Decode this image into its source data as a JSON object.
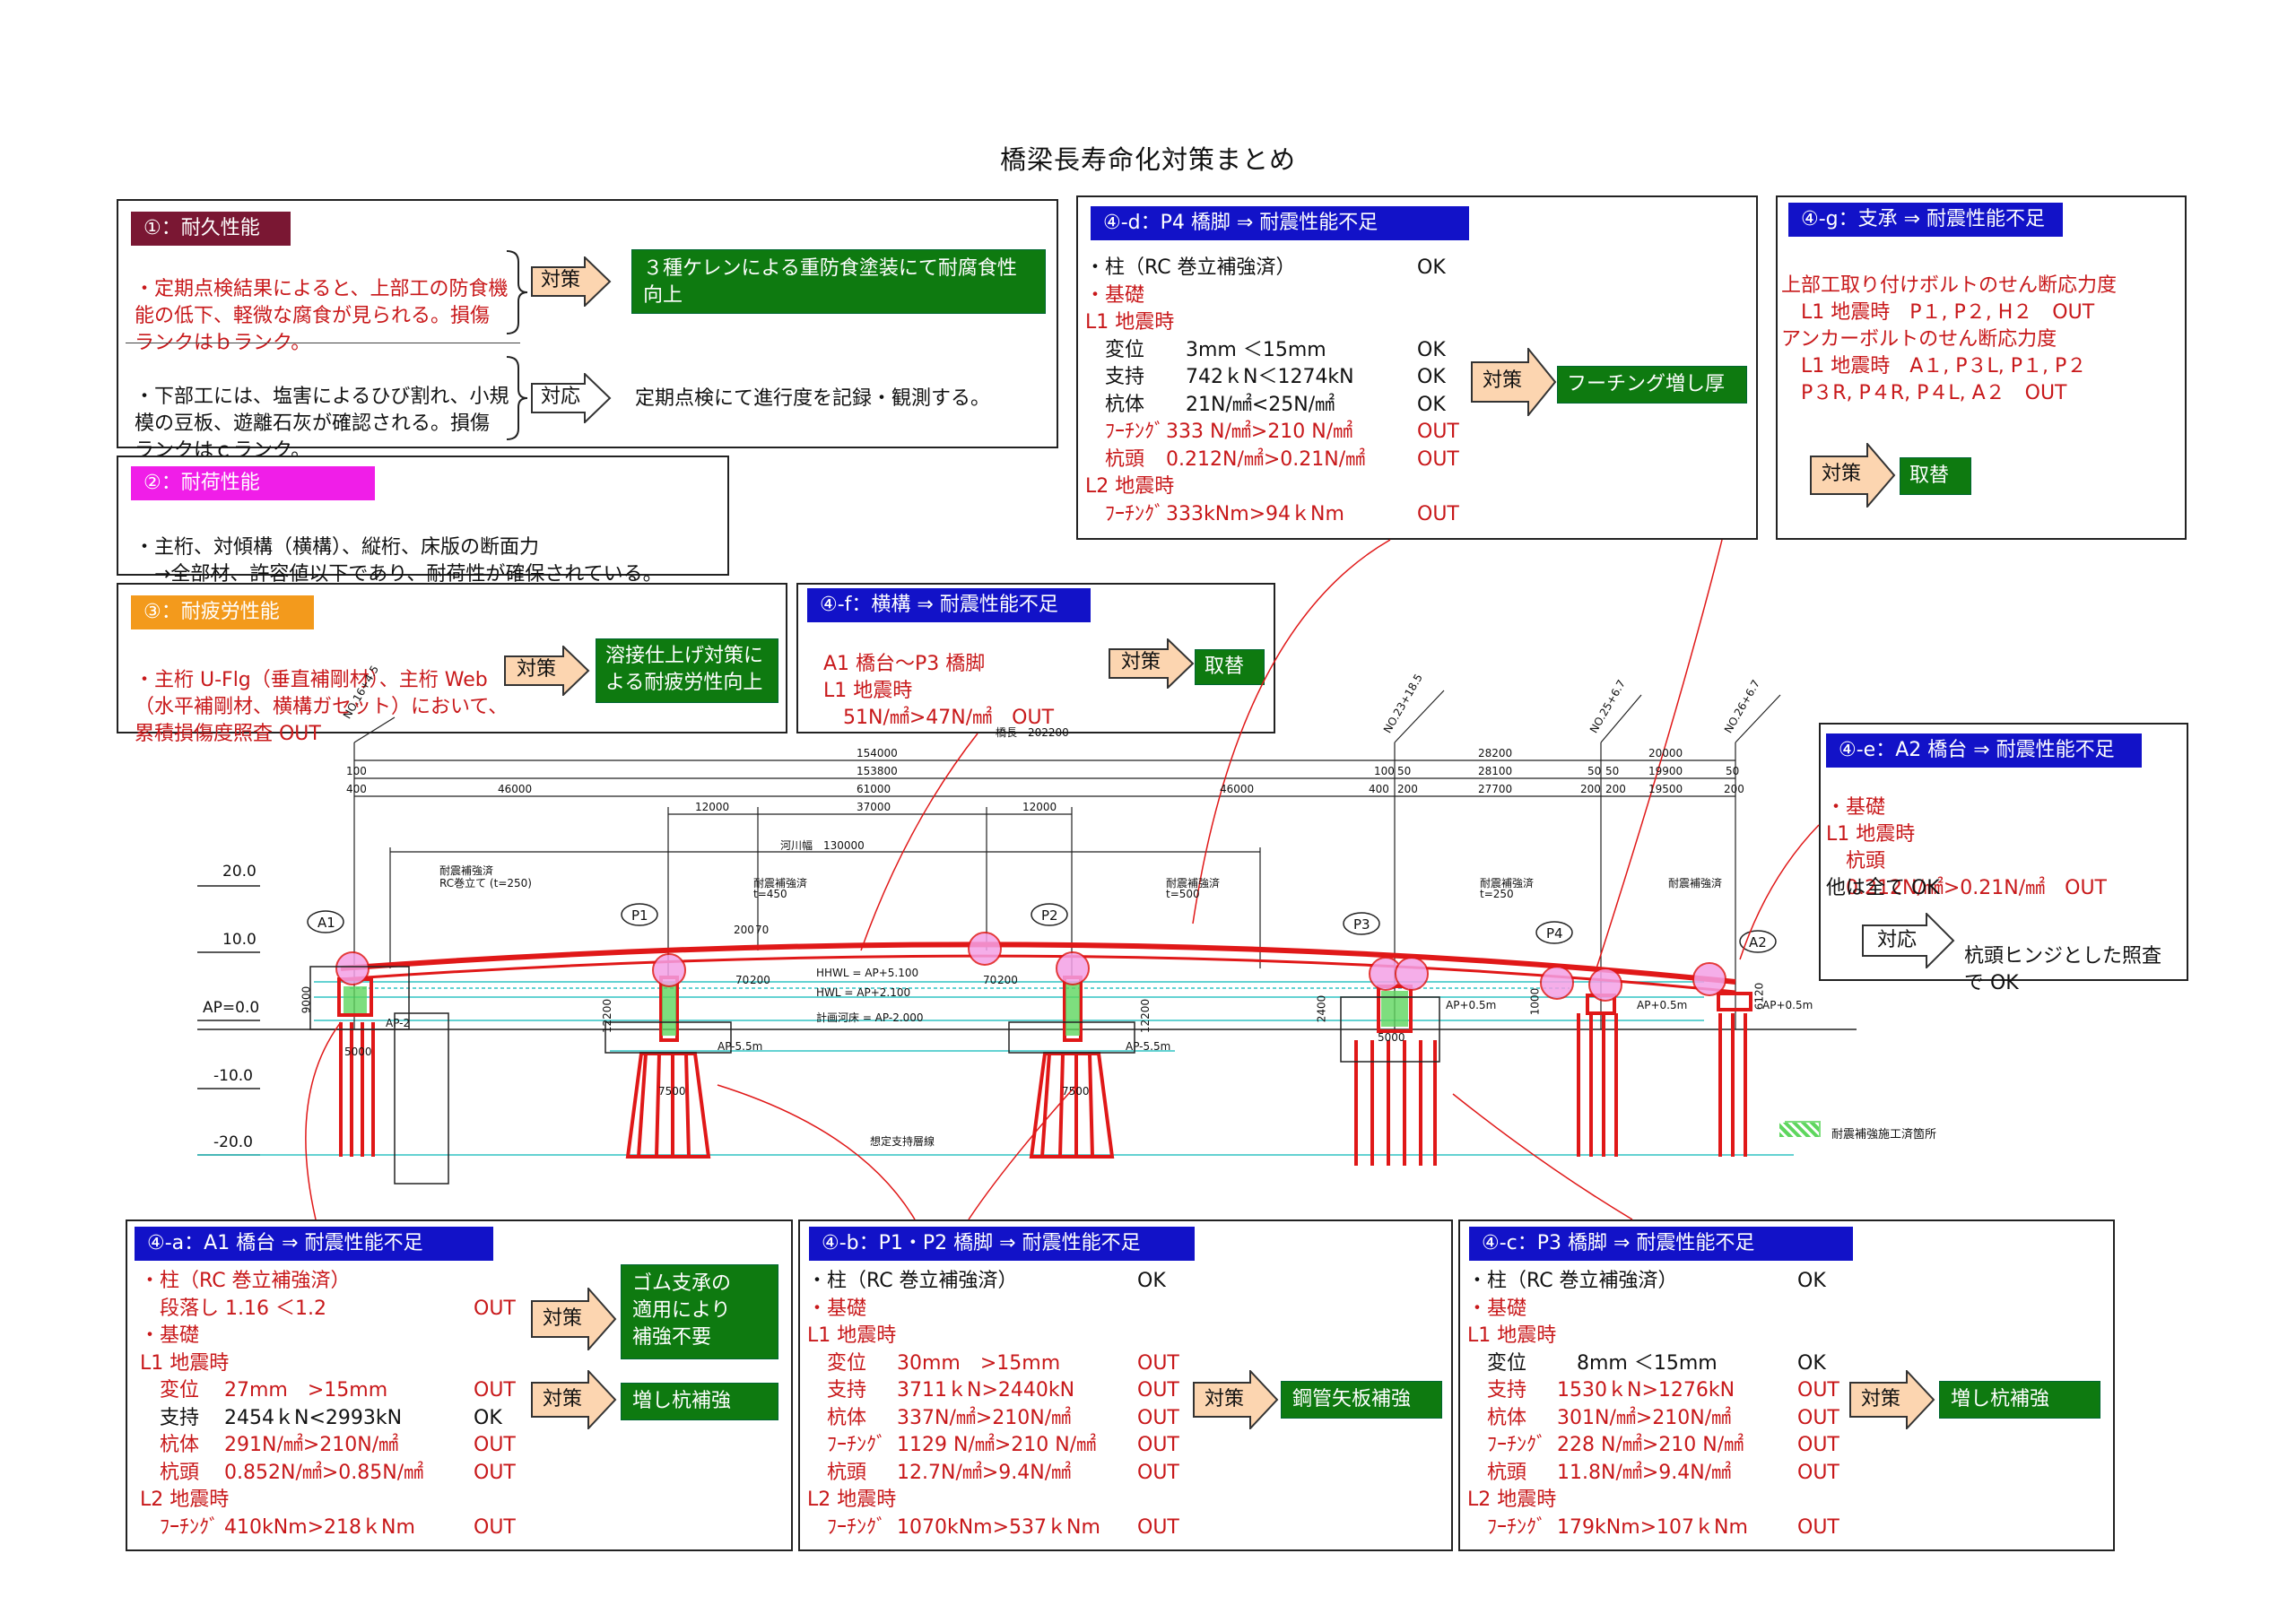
{
  "title": "橋梁長寿命化対策まとめ",
  "colors": {
    "red": "#c8181a",
    "green": "#0e7a10",
    "blue": "#1212c8",
    "arrow_fill": "#fcd5b0"
  },
  "box1": {
    "tag": "①：耐久性能",
    "p1": [
      "・定期点検結果によると、上部工の防食機",
      "能の低下、軽微な腐食が見られる。損傷",
      "ランクはｂランク。"
    ],
    "arrow1": "対策",
    "res1": [
      "３種ケレンによる重防食塗装にて耐腐食性",
      "向上"
    ],
    "p2": [
      "・下部工には、塩害によるひび割れ、小規",
      "模の豆板、遊離石灰が確認される。損傷",
      "ランクはｃランク。"
    ],
    "arrow2": "対応",
    "res2": "定期点検にて進行度を記録・観測する。"
  },
  "box2": {
    "tag": "②：耐荷性能",
    "lines": [
      "・主桁、対傾構（横構）、縦桁、床版の断面力",
      "　→全部材、許容値以下であり、耐荷性が確保されている。"
    ]
  },
  "box3": {
    "tag": "③：耐疲労性能",
    "lines": [
      "・主桁 U-Flg（垂直補剛材）、主桁 Web",
      "（水平補剛材、横構ガセット）において、",
      "累積損傷度照査 OUT"
    ],
    "arrow": "対策",
    "res": [
      "溶接仕上げ対策に",
      "よる耐疲労性向上"
    ]
  },
  "box4f": {
    "tag": "④-f：横構 ⇒ 耐震性能不足",
    "lines": [
      "A1 橋台～P3 橋脚",
      "L1 地震時",
      "　51N/㎟>47N/㎟　OUT"
    ],
    "arrow": "対策",
    "res": "取替"
  },
  "box4d": {
    "tag": "④-d：P4 橋脚 ⇒ 耐震性能不足",
    "rows": [
      [
        "・柱（RC 巻立補強済）",
        "",
        "OK",
        "b"
      ],
      [
        "・基礎",
        "",
        "",
        "r"
      ],
      [
        "L1 地震時",
        "",
        "",
        "r"
      ],
      [
        "　変位",
        "　3mm ＜15mm",
        "OK",
        "b"
      ],
      [
        "　支持",
        "　742ｋN＜1274kN",
        "OK",
        "b"
      ],
      [
        "　杭体",
        "　21N/㎟<25N/㎟",
        "OK",
        "b"
      ],
      [
        "　ﾌｰﾁﾝｸﾞ",
        "333 N/㎟>210 N/㎟",
        "OUT",
        "r"
      ],
      [
        "　杭頭",
        "0.212N/㎟>0.21N/㎟",
        "OUT",
        "r"
      ],
      [
        "L2 地震時",
        "",
        "",
        "r"
      ],
      [
        "　ﾌｰﾁﾝｸﾞ",
        "333kNm>94ｋNm",
        "OUT",
        "r"
      ]
    ],
    "arrow": "対策",
    "res": "フーチング増し厚"
  },
  "box4g": {
    "tag": "④-g：支承 ⇒ 耐震性能不足",
    "lines": [
      "上部工取り付けボルトのせん断応力度",
      "　L1 地震時　P１, P２, H２　OUT",
      "アンカーボルトのせん断応力度",
      "　L1 地震時　A１, P３L, P１, P２",
      "　P３R, P４R, P４L, A２　OUT"
    ],
    "arrow": "対策",
    "res": "取替"
  },
  "box4e": {
    "tag": "④-e：A2 橋台 ⇒ 耐震性能不足",
    "lines_red": [
      "・基礎",
      "L1 地震時",
      "　杭頭",
      "　0.212N/㎟>0.21N/㎟　OUT"
    ],
    "line_blk": "他は全て OK",
    "arrow": "対応",
    "res": [
      "杭頭ヒンジとした照査",
      "で OK"
    ]
  },
  "box4a": {
    "tag": "④-a：A1 橋台 ⇒ 耐震性能不足",
    "rows": [
      [
        "・柱（RC 巻立補強済）",
        "",
        "",
        "r"
      ],
      [
        "　段落し 1.16 ＜1.2",
        "",
        "OUT",
        "r"
      ],
      [
        "・基礎",
        "",
        "",
        "r"
      ],
      [
        "L1 地震時",
        "",
        "",
        "r"
      ],
      [
        "　変位",
        "27mm　>15mm",
        "OUT",
        "r"
      ],
      [
        "　支持",
        "2454ｋN<2993kN",
        "OK",
        "b"
      ],
      [
        "　杭体",
        "291N/㎟>210N/㎟",
        "OUT",
        "r"
      ],
      [
        "　杭頭",
        "0.852N/㎟>0.85N/㎟",
        "OUT",
        "r"
      ],
      [
        "L2 地震時",
        "",
        "",
        "r"
      ],
      [
        "　ﾌｰﾁﾝｸﾞ",
        "410kNm>218ｋNm",
        "OUT",
        "r"
      ]
    ],
    "arrow1": "対策",
    "res1": [
      "ゴム支承の",
      "適用により",
      "補強不要"
    ],
    "arrow2": "対策",
    "res2": "増し杭補強"
  },
  "box4b": {
    "tag": "④-b：P1・P2 橋脚 ⇒ 耐震性能不足",
    "rows": [
      [
        "・柱（RC 巻立補強済）",
        "",
        "OK",
        "b"
      ],
      [
        "・基礎",
        "",
        "",
        "r"
      ],
      [
        "L1 地震時",
        "",
        "",
        "r"
      ],
      [
        "　変位",
        "30mm　>15mm",
        "OUT",
        "r"
      ],
      [
        "　支持",
        "3711ｋN>2440kN",
        "OUT",
        "r"
      ],
      [
        "　杭体",
        "337N/㎟>210N/㎟",
        "OUT",
        "r"
      ],
      [
        "　ﾌｰﾁﾝｸﾞ",
        "1129 N/㎟>210 N/㎟",
        "OUT",
        "r"
      ],
      [
        "　杭頭",
        "12.7N/㎟>9.4N/㎟",
        "OUT",
        "r"
      ],
      [
        "L2 地震時",
        "",
        "",
        "r"
      ],
      [
        "　ﾌｰﾁﾝｸﾞ",
        "1070kNm>537ｋNm",
        "OUT",
        "r"
      ]
    ],
    "arrow": "対策",
    "res": "鋼管矢板補強"
  },
  "box4c": {
    "tag": "④-c：P3 橋脚 ⇒ 耐震性能不足",
    "rows": [
      [
        "・柱（RC 巻立補強済）",
        "",
        "OK",
        "b"
      ],
      [
        "・基礎",
        "",
        "",
        "r"
      ],
      [
        "L1 地震時",
        "",
        "",
        "r"
      ],
      [
        "　変位",
        "　8mm ＜15mm",
        "OK",
        "b"
      ],
      [
        "　支持",
        "1530ｋN>1276kN",
        "OUT",
        "r"
      ],
      [
        "　杭体",
        "301N/㎟>210N/㎟",
        "OUT",
        "r"
      ],
      [
        "　ﾌｰﾁﾝｸﾞ",
        "228 N/㎟>210 N/㎟",
        "OUT",
        "r"
      ],
      [
        "　杭頭",
        "11.8N/㎟>9.4N/㎟",
        "OUT",
        "r"
      ],
      [
        "L2 地震時",
        "",
        "",
        "r"
      ],
      [
        "　ﾌｰﾁﾝｸﾞ",
        "179kNm>107ｋNm",
        "OUT",
        "r"
      ]
    ],
    "arrow": "対策",
    "res": "増し杭補強"
  },
  "drawing": {
    "elev": [
      "20.0",
      "10.0",
      "AP=0.0",
      "-10.0",
      "-20.0"
    ],
    "piers": [
      "A1",
      "P1",
      "P2",
      "P3",
      "P4",
      "A2"
    ],
    "stations": [
      "NO.16+4.5",
      "NO.23+18.5",
      "NO.25+6.7",
      "NO.26+6.7"
    ],
    "bridge_len": "橋長　202200",
    "dims_top": [
      "154000",
      "28200",
      "20000"
    ],
    "dims_2": [
      "100",
      "153800",
      "100",
      "50",
      "28100",
      "50",
      "50",
      "19900",
      "50"
    ],
    "dims_3": [
      "400",
      "46000",
      "61000",
      "46000",
      "400",
      "200",
      "27700",
      "200",
      "200",
      "19500",
      "200"
    ],
    "dims_4": [
      "12000",
      "37000",
      "12000"
    ],
    "river": "河川幅　130000",
    "water": [
      "HHWL = AP+5.100",
      "HWL = AP+2.100",
      "計画河床 = AP-2.000"
    ],
    "notes": [
      "耐震補強済",
      "RC巻立て (t=250)",
      "耐震補強済",
      "t=450",
      "耐震補強済",
      "t=500",
      "耐震補強済",
      "t=250",
      "耐震補強済"
    ],
    "misc": [
      "想定支持層線",
      "AP-5.5m",
      "AP-5.5m",
      "AP+0.5m",
      "AP+0.5m",
      "AP+0.5m",
      "9000",
      "12200",
      "12200",
      "2400",
      "1000",
      "6120",
      "5000",
      "7500",
      "7500",
      "5000",
      "200",
      "70",
      "70",
      "200",
      "70",
      "200",
      "AP-2"
    ],
    "legend": "耐震補強施工済箇所"
  }
}
